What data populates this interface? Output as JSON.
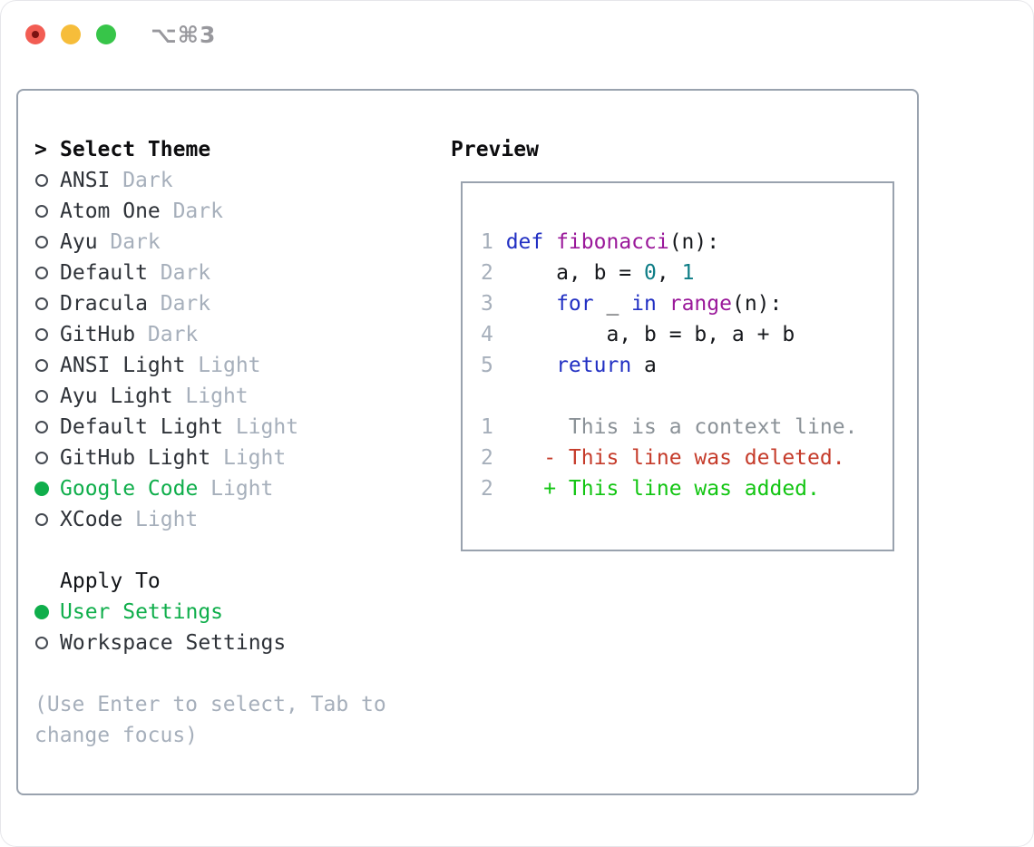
{
  "window": {
    "title": "⌥⌘3"
  },
  "titlebar": {
    "traffic_lights": [
      "close",
      "minimize",
      "zoom"
    ]
  },
  "panel": {
    "select_theme": {
      "prompt": ">",
      "header": "Select Theme"
    },
    "themes": [
      {
        "name": "ANSI",
        "tag": "Dark",
        "selected": false
      },
      {
        "name": "Atom One",
        "tag": "Dark",
        "selected": false
      },
      {
        "name": "Ayu",
        "tag": "Dark",
        "selected": false
      },
      {
        "name": "Default",
        "tag": "Dark",
        "selected": false
      },
      {
        "name": "Dracula",
        "tag": "Dark",
        "selected": false
      },
      {
        "name": "GitHub",
        "tag": "Dark",
        "selected": false
      },
      {
        "name": "ANSI Light",
        "tag": "Light",
        "selected": false
      },
      {
        "name": "Ayu Light",
        "tag": "Light",
        "selected": false
      },
      {
        "name": "Default Light",
        "tag": "Light",
        "selected": false
      },
      {
        "name": "GitHub Light",
        "tag": "Light",
        "selected": false
      },
      {
        "name": "Google Code",
        "tag": "Light",
        "selected": true
      },
      {
        "name": "XCode",
        "tag": "Light",
        "selected": false
      }
    ],
    "apply_to": {
      "header": "Apply To",
      "options": [
        {
          "label": "User Settings",
          "selected": true
        },
        {
          "label": "Workspace Settings",
          "selected": false
        }
      ]
    },
    "help_lines": [
      "(Use Enter to select, Tab to",
      "change focus)"
    ]
  },
  "preview": {
    "header": "Preview",
    "code_lines": [
      {
        "num": "1",
        "segs": [
          [
            "kw",
            "def "
          ],
          [
            "fn",
            "fibonacci"
          ],
          [
            "pl",
            "(n):"
          ]
        ]
      },
      {
        "num": "2",
        "segs": [
          [
            "pl",
            "    a, b = "
          ],
          [
            "nm",
            "0"
          ],
          [
            "pl",
            ", "
          ],
          [
            "nm",
            "1"
          ]
        ]
      },
      {
        "num": "3",
        "segs": [
          [
            "pl",
            "    "
          ],
          [
            "kw",
            "for"
          ],
          [
            "pl",
            " _ "
          ],
          [
            "kw",
            "in"
          ],
          [
            "pl",
            " "
          ],
          [
            "fn",
            "range"
          ],
          [
            "pl",
            "(n):"
          ]
        ]
      },
      {
        "num": "4",
        "segs": [
          [
            "pl",
            "        a, b = b, a + b"
          ]
        ]
      },
      {
        "num": "5",
        "segs": [
          [
            "pl",
            "    "
          ],
          [
            "kw",
            "return"
          ],
          [
            "pl",
            " a"
          ]
        ]
      },
      {
        "num": "",
        "segs": []
      },
      {
        "num": "1",
        "segs": [
          [
            "ctx",
            "     This is a context line."
          ]
        ]
      },
      {
        "num": "2",
        "segs": [
          [
            "del",
            "   - This line was deleted."
          ]
        ]
      },
      {
        "num": "2",
        "segs": [
          [
            "add",
            "   + This line was added."
          ]
        ]
      }
    ]
  },
  "colors": {
    "accent-green": "#0fae4b",
    "diff-added": "#12c512",
    "diff-deleted": "#c53b2a",
    "keyword-blue": "#2230c3",
    "function-purple": "#9a189a",
    "number-teal": "#0e7d86",
    "code-plain": "#17191d",
    "line-number": "#a6afbb",
    "context-gray": "#8a9197",
    "muted-gray": "#a6afbb",
    "text-dark": "#2e3238",
    "frame-border": "#99a2ae",
    "traffic-red": "#f25d53",
    "traffic-yellow": "#f6bd3a",
    "traffic-green": "#37c549"
  }
}
